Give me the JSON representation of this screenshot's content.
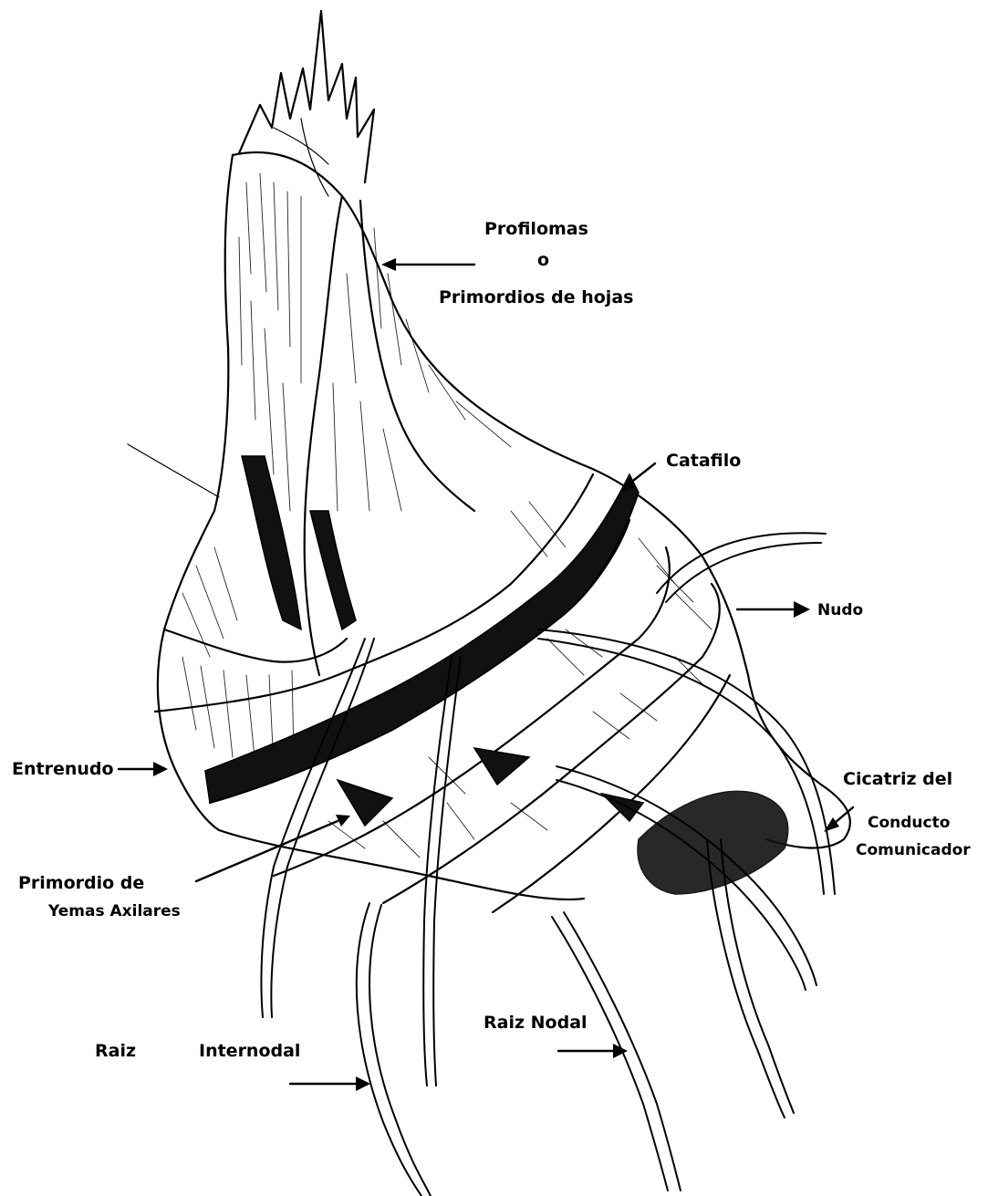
{
  "labels": {
    "profilomas": "Profilomas",
    "o": "o",
    "primordios_hojas": "Primordios de hojas",
    "catafilo": "Catafilo",
    "nudo": "Nudo",
    "entrenudo": "Entrenudo",
    "cicatriz": "Cicatriz del",
    "conducto": "Conducto",
    "comunicador": "Comunicador",
    "primordio_de": "Primordio de",
    "yemas_axilares": "Yemas Axilares",
    "raiz": "Raiz",
    "internodal": "Internodal",
    "raiz_nodal": "Raiz Nodal"
  },
  "colors": {
    "ink": "#000000",
    "paper": "#ffffff"
  }
}
